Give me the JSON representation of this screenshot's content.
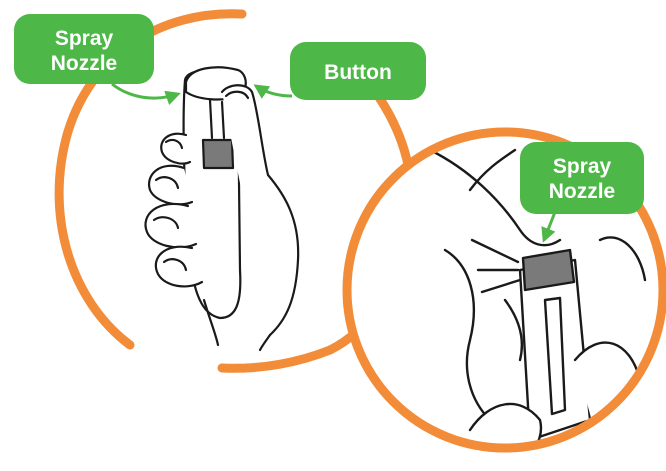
{
  "colors": {
    "ring": "#F28C38",
    "label_bg": "#4DB848",
    "label_text": "#FFFFFF",
    "line": "#1A1A1A",
    "inhaler_band": "#7A7A7A",
    "skin_fill": "#FFFFFF"
  },
  "labels": {
    "spray_nozzle_left": {
      "line1": "Spray",
      "line2": "Nozzle"
    },
    "button": {
      "text": "Button"
    },
    "spray_nozzle_right": {
      "line1": "Spray",
      "line2": "Nozzle"
    }
  }
}
